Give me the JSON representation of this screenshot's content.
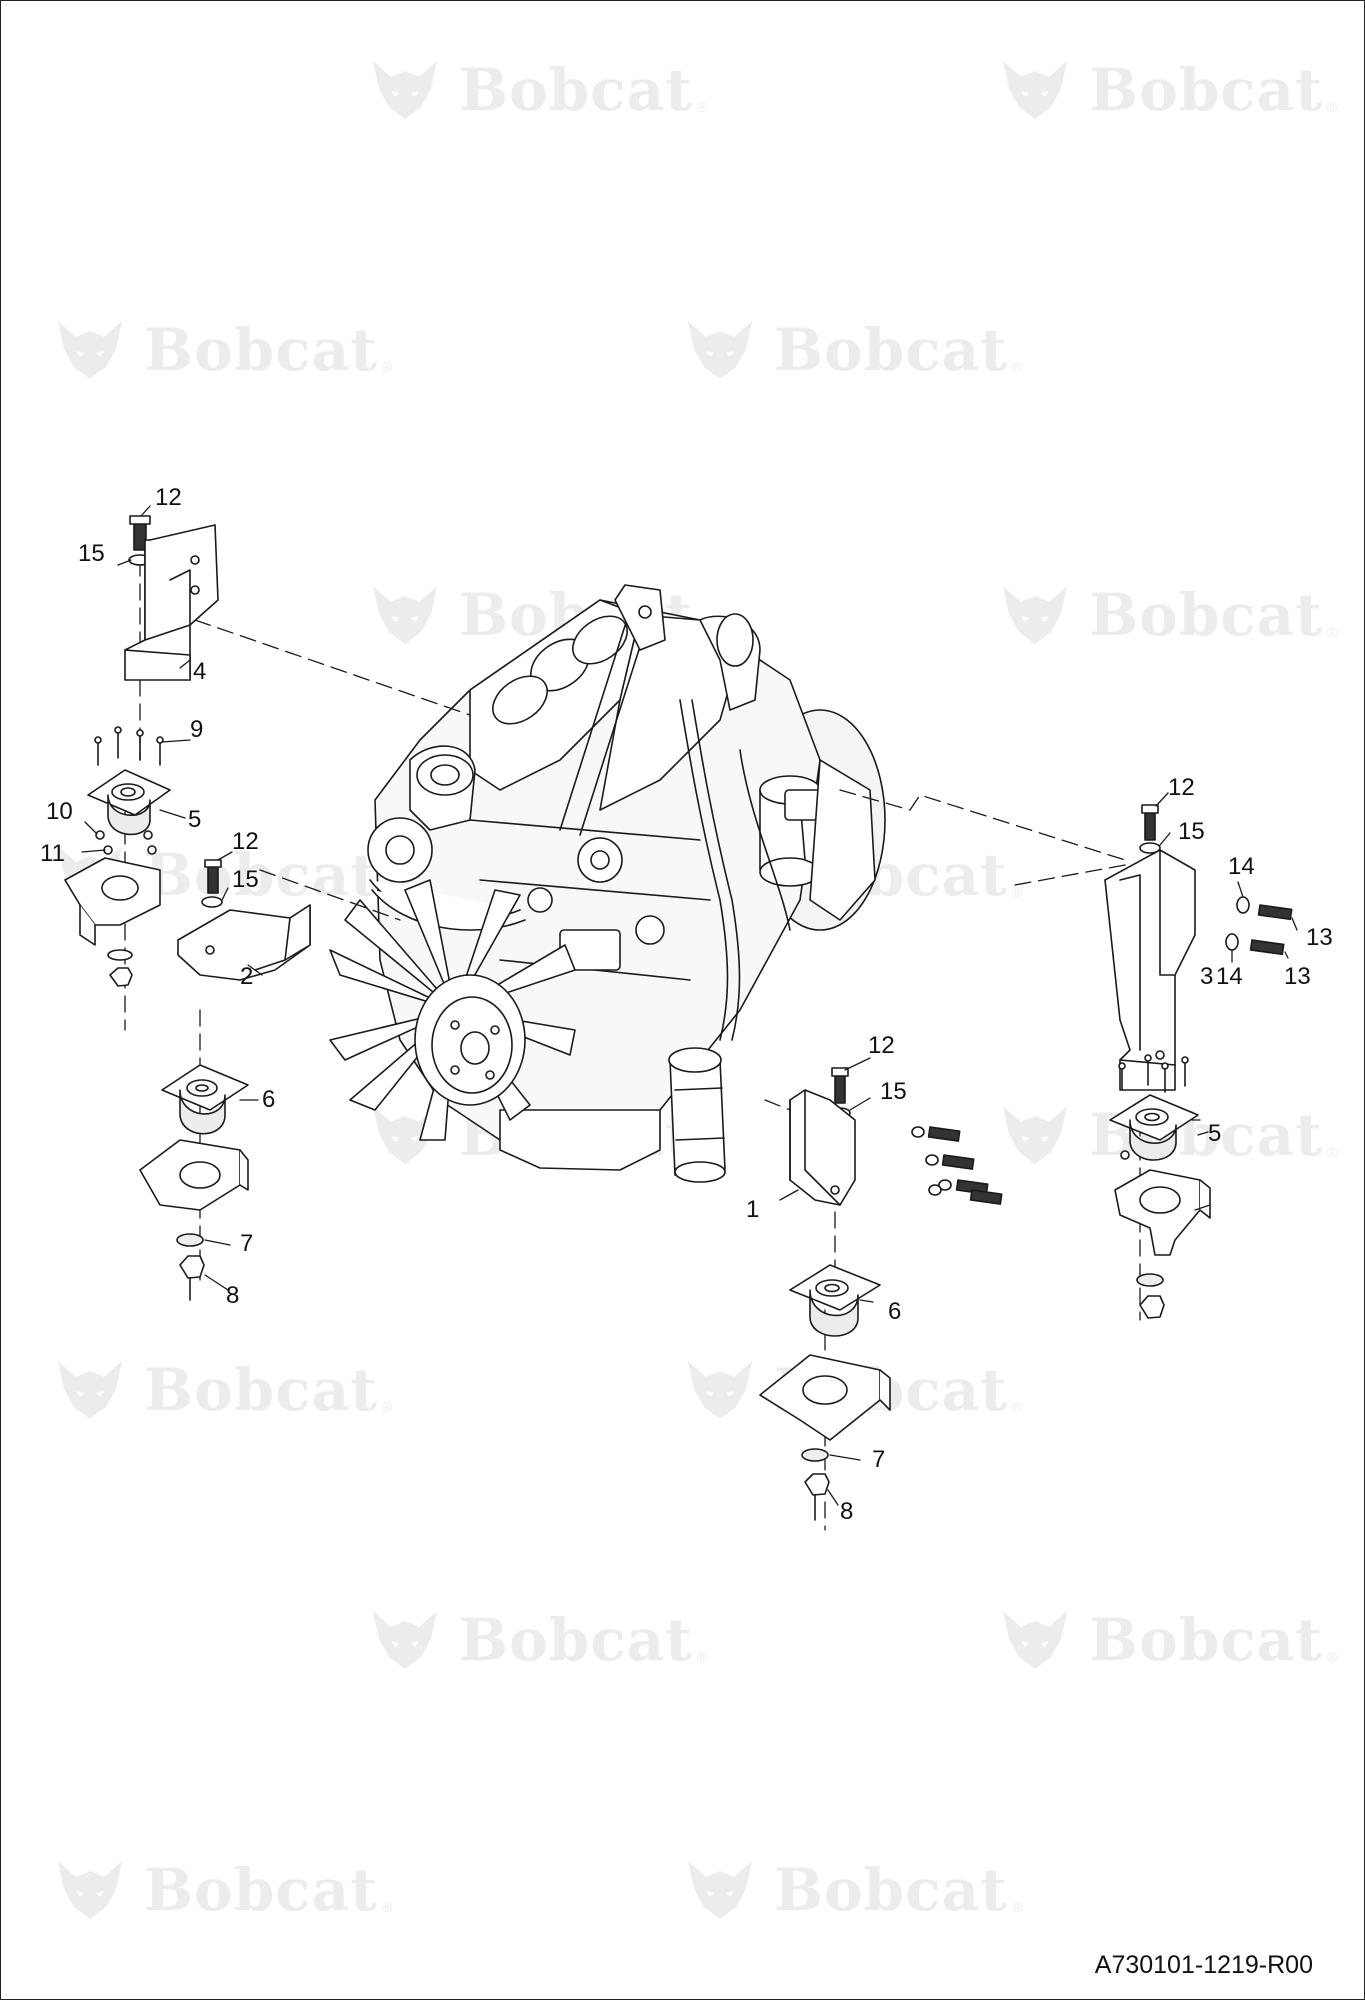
{
  "watermark": {
    "brand": "Bobcat",
    "registered_mark": "®",
    "logo_icon": "bobcat-head-logo-icon",
    "color": "#ececec"
  },
  "callouts": {
    "c1": "1",
    "c2": "2",
    "c3": "3",
    "c4": "4",
    "c5a": "5",
    "c5b": "5",
    "c6a": "6",
    "c6b": "6",
    "c7a": "7",
    "c7b": "7",
    "c8a": "8",
    "c8b": "8",
    "c9": "9",
    "c10": "10",
    "c11": "11",
    "c12a": "12",
    "c12b": "12",
    "c12c": "12",
    "c12d": "12",
    "c13a": "13",
    "c13b": "13",
    "c14a": "14",
    "c14b": "14",
    "c15a": "15",
    "c15b": "15",
    "c15c": "15",
    "c15d": "15"
  },
  "drawing_id": "A730101-1219-R00",
  "colors": {
    "line": "#1a1a1a",
    "fill": "#ffffff",
    "shade": "#d8d8d8"
  }
}
